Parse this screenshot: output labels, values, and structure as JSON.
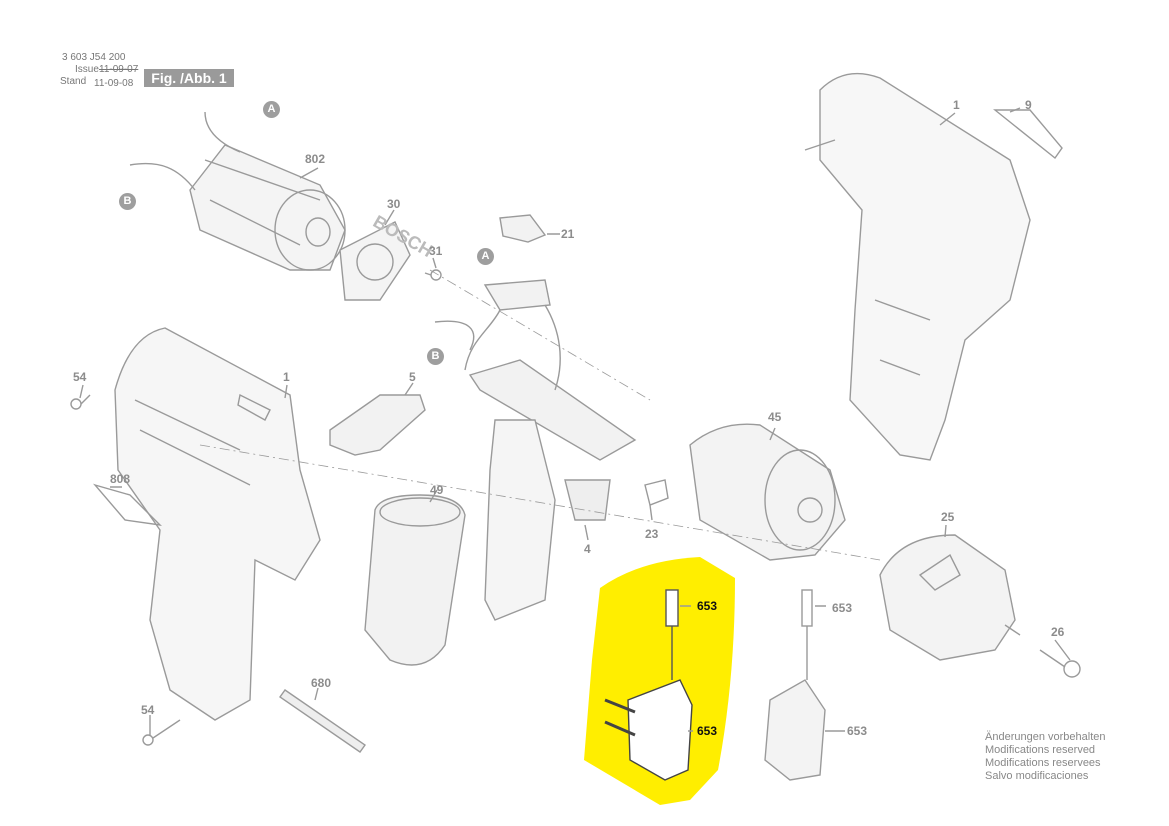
{
  "header": {
    "drawing_number": "3 603 J54 200",
    "issue_label": "Issue",
    "issue_date": "11-09-07",
    "stand_label": "Stand",
    "stand_date": "11-09-08",
    "figure_title": "Fig. /Abb. 1"
  },
  "markers": {
    "a": "A",
    "b": "B"
  },
  "parts": {
    "p802": "802",
    "p30": "30",
    "p31": "31",
    "p21": "21",
    "p1_right": "1",
    "p9": "9",
    "p54_top": "54",
    "p1_left": "1",
    "p5": "5",
    "p808": "808",
    "p49": "49",
    "p4": "4",
    "p23": "23",
    "p45": "45",
    "p25": "25",
    "p26": "26",
    "p680": "680",
    "p54_bottom": "54",
    "p653_plug": "653",
    "p653_charger": "653",
    "p653_plug2": "653",
    "p653_charger2": "653"
  },
  "brand_text": "BOSCH",
  "notes": [
    "Änderungen vorbehalten",
    "Modifications reserved",
    "Modifications reservees",
    "Salvo modificaciones"
  ],
  "highlight_color": "#ffee00"
}
